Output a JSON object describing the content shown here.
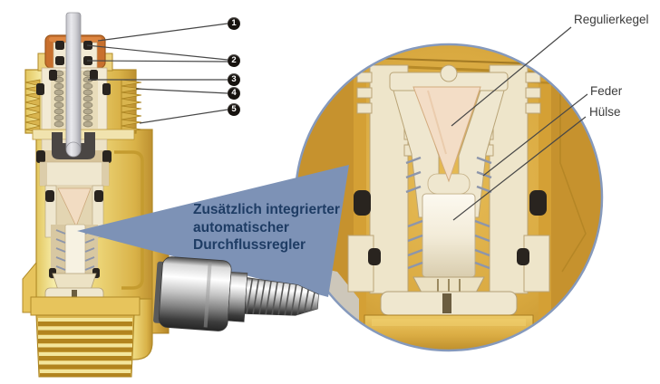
{
  "inset_labels": {
    "regulierkegel": "Regulierkegel",
    "feder": "Feder",
    "huelse": "Hülse"
  },
  "arrow_note": {
    "line1": "Zusätzlich integrierter",
    "line2": "automatischer",
    "line3": "Durchflussregler",
    "fill_color": "#7d92b6",
    "text_color": "#1e3c64"
  },
  "callouts": [
    "1",
    "2",
    "3",
    "4",
    "5"
  ],
  "colors": {
    "background": "#ffffff",
    "brass_body": "#eed87c",
    "brass_dark_edge": "#b08a28",
    "inset_gold": "#d9a940",
    "cream_internal": "#efe7cf",
    "cone_pink": "#f3ddc6",
    "orange_cap": "#c8702e",
    "oring_black": "#29241f",
    "spring_blue_grey": "#8d96ab",
    "chrome_highlight": "#f4f4f4",
    "chrome_shadow": "#2e2e2e",
    "circle_border": "#8599bc",
    "leader_line": "#474747",
    "label_text": "#3b3b3b"
  }
}
